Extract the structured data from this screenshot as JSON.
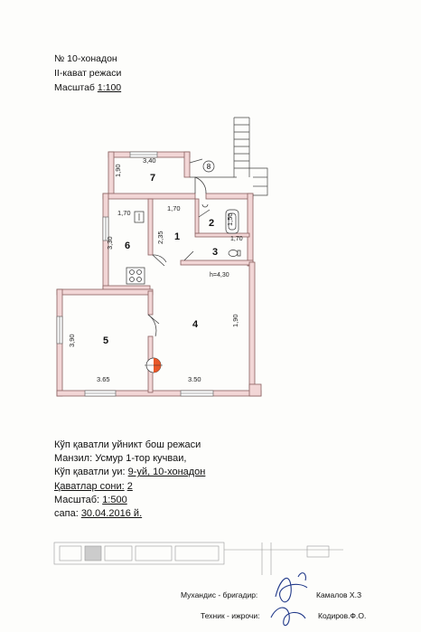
{
  "header": {
    "apartment": "№ 10-хонадон",
    "floor_plan": "II-кават режаси",
    "scale_label": "Масштаб",
    "scale_value": "1:100"
  },
  "plan": {
    "rooms": {
      "r1": "1",
      "r2": "2",
      "r3": "3",
      "r4": "4",
      "r5": "5",
      "r6": "6",
      "r7": "7",
      "r8": "8"
    },
    "dims": {
      "d340": "3,40",
      "d190a": "1,90",
      "d170a": "1,70",
      "d170b": "1,70",
      "d150": "1,50",
      "d170c": "1,70",
      "d330": "3,30",
      "d235": "2,35",
      "d190b": "1,90",
      "d390": "3,90",
      "d365": "3.65",
      "d350": "3.50"
    },
    "height": "h=4,30"
  },
  "info": {
    "title": "Кўп қаватли уйникт бош режаси",
    "address_label": "Манзил:",
    "address_value": "Усмур 1-тор кучваи,",
    "building_label": "Кўп қаватли уи:",
    "building_value": "9-уй, 10-хонадон",
    "floors_label": "Қаватлар сони:",
    "floors_value": "2",
    "scale_label": "Масштаб:",
    "scale_value": "1:500",
    "date_label": "сапа:",
    "date_value": "30.04.2016 й."
  },
  "signatures": {
    "engineer_role": "Мухандис - бригадир:",
    "engineer_name": "Камалов Х.З",
    "technician_role": "Техник - ижрочи:",
    "technician_name": "Кодиров.Ф.О."
  },
  "colors": {
    "wall": "#f2d6d6",
    "wall_stroke": "#8a6060",
    "heater": "#e8582a"
  }
}
